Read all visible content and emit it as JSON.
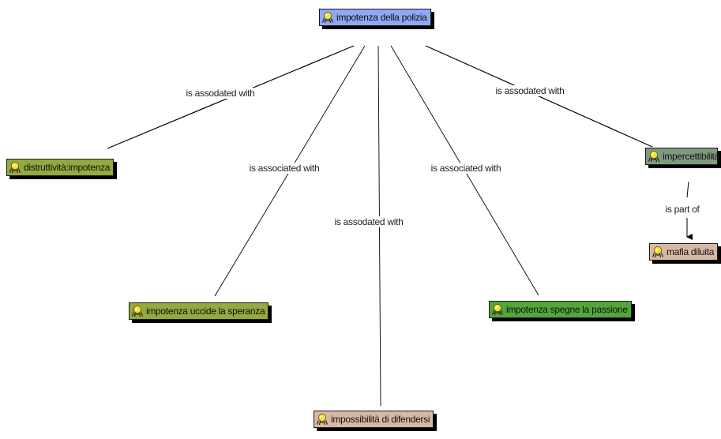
{
  "colors": {
    "blue": "#8fa7f5",
    "olive": "#94a93e",
    "green": "#52a63a",
    "tan": "#d6b8a4",
    "sage": "#7f9b7f"
  },
  "nodes": {
    "root": {
      "label": "impotenza della polizia",
      "color": "#8fa7f5",
      "icon": "bulb-icon"
    },
    "distruttivita": {
      "label": "distruttività:impotenza",
      "color": "#94a93e",
      "icon": "bulb-icon"
    },
    "uccide": {
      "label": "impotenza uccide la speranza",
      "color": "#94a93e",
      "icon": "bulb-icon"
    },
    "impossibilita": {
      "label": "impossibilità di difendersi",
      "color": "#d6b8a4",
      "icon": "bulb-icon"
    },
    "spegne": {
      "label": "impotenza spegne la passione",
      "color": "#52a63a",
      "icon": "bulb-icon"
    },
    "impercettibilita": {
      "label": "impercettibilità",
      "color": "#7f9b7f",
      "icon": "bulb-icon"
    },
    "mafia": {
      "label": "mafia diluita",
      "color": "#d6b8a4",
      "icon": "bulb-icon"
    }
  },
  "links": {
    "l1": "is assodated with",
    "l2": "is associated with",
    "l3": "is assodated with",
    "l4": "is associated with",
    "l5": "is assodated with",
    "l6": "is part of"
  }
}
